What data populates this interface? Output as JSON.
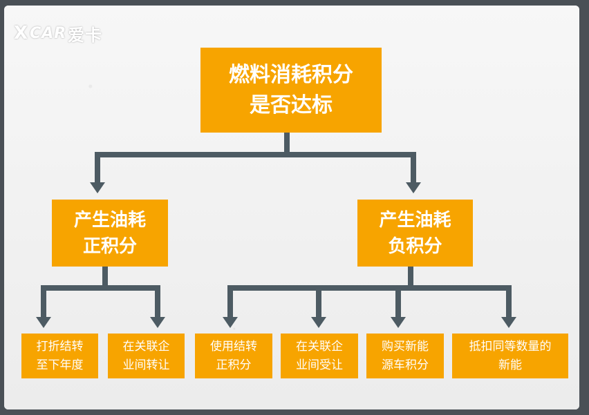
{
  "logo": {
    "brand": "X",
    "ai_text": "爱卡"
  },
  "root": {
    "text": "燃料消耗积分\n是否达标"
  },
  "branches": [
    {
      "text": "产生油耗\n正积分",
      "children": [
        "打折结转\n至下年度",
        "在关联企\n业间转让"
      ]
    },
    {
      "text": "产生油耗\n负积分",
      "children": [
        "使用结转\n正积分",
        "在关联企\n业间受让",
        "购买新能\n源车积分",
        "抵扣同等数量的\n新能"
      ]
    }
  ],
  "colors": {
    "node_fill": "#f7a400",
    "node_text": "#ffffff",
    "connector": "#4d5b63",
    "border": "#4a5056",
    "background": "#f4f4f4"
  }
}
